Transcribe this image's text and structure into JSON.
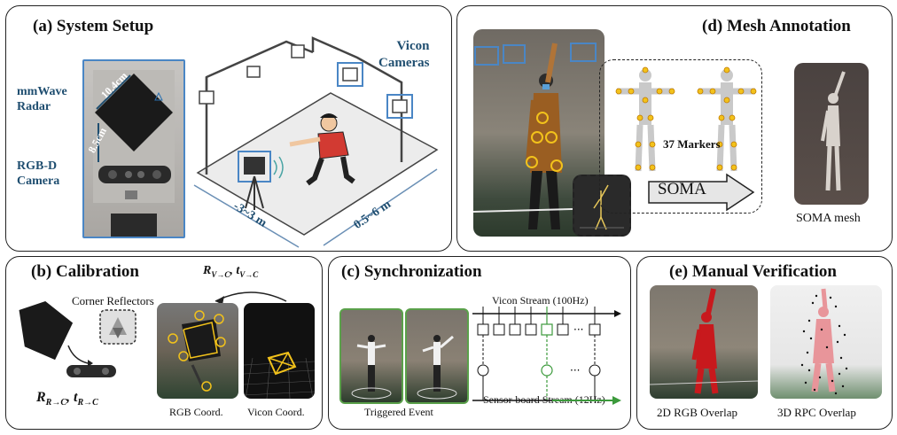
{
  "panel_a": {
    "title": "(a) System Setup",
    "mmwave_label": "mmWave\nRadar",
    "rgbd_label": "RGB-D\nCamera",
    "vicon_label": "Vicon\nCameras",
    "dim_radar": "10.4cm",
    "dim_gap": "8.5cm",
    "range_x": "-3~3 m",
    "range_y": "0.5~6 m"
  },
  "panel_b": {
    "title": "(b) Calibration",
    "corner_reflectors": "Corner Reflectors",
    "transform_top": "R",
    "transform_top_sub": "V→C",
    "transform_top_t": "t",
    "transform_top_t_sub": "V→C",
    "transform_bottom": "R",
    "transform_bottom_sub": "R→C",
    "transform_bottom_t": "t",
    "transform_bottom_t_sub": "R→C",
    "rgb_coord": "RGB Coord.",
    "vicon_coord": "Vicon Coord."
  },
  "panel_c": {
    "title": "(c) Synchronization",
    "vicon_stream": "Vicon Stream (100Hz)",
    "sensor_stream": "Sensor-board Stream (12Hz)",
    "triggered_event": "Triggered Event"
  },
  "panel_d": {
    "title": "(d) Mesh Annotation",
    "markers": "37 Markers",
    "soma": "SOMA",
    "soma_mesh": "SOMA mesh"
  },
  "panel_e": {
    "title": "(e) Manual Verification",
    "rgb_overlap": "2D RGB Overlap",
    "rpc_overlap": "3D RPC Overlap"
  },
  "colors": {
    "accent_blue": "#4a86c5",
    "marker_yellow": "#f2c21b",
    "green": "#3c9a3c",
    "human_red": "#c8191d",
    "pink": "#e8959a"
  }
}
